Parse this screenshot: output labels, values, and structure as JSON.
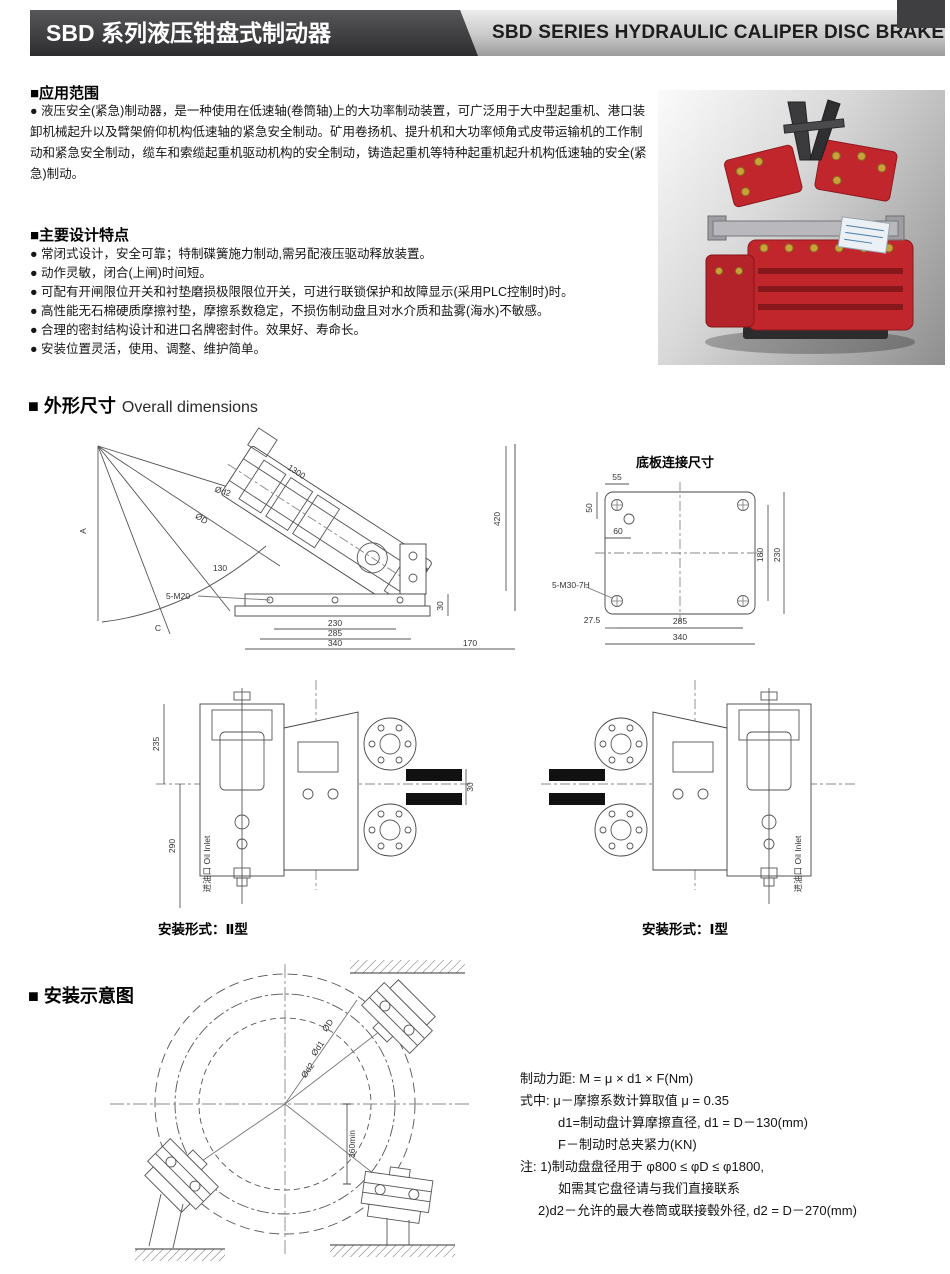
{
  "header": {
    "title_cn": "SBD 系列液压钳盘式制动器",
    "title_en": "SBD SERIES HYDRAULIC CALIPER DISC BRAKE"
  },
  "application": {
    "heading": "■应用范围",
    "body": "● 液压安全(紧急)制动器，是一种使用在低速轴(卷筒轴)上的大功率制动装置，可广泛用于大中型起重机、港口装卸机械起升以及臂架俯仰机构低速轴的紧急安全制动。矿用卷扬机、提升机和大功率倾角式皮带运输机的工作制动和紧急安全制动，缆车和索缆起重机驱动机构的安全制动，铸造起重机等特种起重机起升机构低速轴的安全(紧急)制动。"
  },
  "features": {
    "heading": "■主要设计特点",
    "items": [
      "● 常闭式设计，安全可靠；特制碟簧施力制动,需另配液压驱动释放装置。",
      "● 动作灵敏，闭合(上闸)时间短。",
      "● 可配有开闸限位开关和衬垫磨损极限限位开关，可进行联锁保护和故障显示(采用PLC控制时)时。",
      "● 高性能无石棉硬质摩擦衬垫，摩擦系数稳定，不损伤制动盘且对水介质和盐雾(海水)不敏感。",
      "● 合理的密封结构设计和进口名牌密封件。效果好、寿命长。",
      "● 安装位置灵活，使用、调整、维护简单。"
    ]
  },
  "dimensions": {
    "heading_cn": "■ 外形尺寸",
    "heading_en": "Overall dimensions",
    "side": {
      "a": "A",
      "dD": "ØD",
      "dd2": "Ød2",
      "len": "1300",
      "off": "130",
      "h": "420",
      "base_h": "30",
      "bolt": "5-M20",
      "w1": "230",
      "w2": "285",
      "w3": "340",
      "w4": "170",
      "c": "C"
    },
    "plate": {
      "title": "底板连接尺寸",
      "d55": "55",
      "d50": "50",
      "d60": "60",
      "h230": "230",
      "h180": "180",
      "bolt": "5-M30-7H",
      "d275": "27.5",
      "w285": "285",
      "w340": "340"
    },
    "front2": {
      "caption": "安装形式：Ⅱ型",
      "h235": "235",
      "h290": "290",
      "gap": "30",
      "oil": "进油口 Oil Inlet"
    },
    "front1": {
      "caption": "安装形式：Ⅰ型",
      "oil": "进油口 Oil Inlet"
    }
  },
  "schematic": {
    "heading": "■ 安装示意图",
    "dD": "ØD",
    "dd1": "Ød1",
    "dd2": "Ød2",
    "min": "360min",
    "notes": [
      "制动力距: M = μ × d1 × F(Nm)",
      "式中: μ－摩擦系数计算取值 μ = 0.35",
      "d1=制动盘计算摩擦直径, d1 = D－130(mm)",
      "F－制动时总夹紧力(KN)",
      "注: 1)制动盘盘径用于 φ800 ≤ φD ≤ φ1800,",
      "如需其它盘径请与我们直接联系",
      "2)d2－允许的最大卷筒或联接毂外径, d2 = D－270(mm)"
    ]
  }
}
